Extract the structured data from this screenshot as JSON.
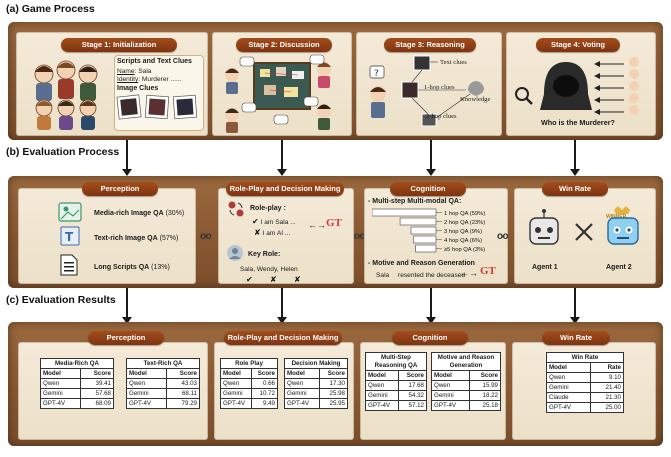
{
  "sections": {
    "game": "(a) Game Process",
    "eval": "(b) Evaluation Process",
    "results": "(c) Evaluation Results"
  },
  "game": {
    "stage1": {
      "title": "Stage 1: Initialization",
      "scripts_title": "Scripts and Text Clues",
      "name_label": "Name",
      "name_value": ": Sala",
      "identity_label": "Identity",
      "identity_value": ": Murderer ......",
      "image_clues": "Image Clues"
    },
    "stage2": {
      "title": "Stage 2: Discussion"
    },
    "stage3": {
      "title": "Stage 3: Reasoning",
      "text_clues": "Text clues",
      "hop1": "1-hop clues",
      "hop2": "2-hop clues",
      "knowledge": "Knowledge"
    },
    "stage4": {
      "title": "Stage 4: Voting",
      "question": "Who is the Murderer?"
    }
  },
  "eval": {
    "perception": {
      "title": "Perception",
      "items": [
        {
          "label": "Media-rich Image QA",
          "pct": " (30%)"
        },
        {
          "label": "Text-rich Image QA",
          "pct": " (57%)"
        },
        {
          "label": "Long Scripts QA",
          "pct": " (13%)"
        }
      ]
    },
    "roleplay": {
      "title": "Role-Play and Decision Making",
      "role_play": "Role-play :",
      "i_am_sala": "I am Sala ...",
      "i_am_ai": "I am   AI ...",
      "gt": "GT",
      "key_role": "Key Role:",
      "names": "Sala, Wendy, Helen",
      "marks": [
        "✔",
        "✘",
        "✘"
      ]
    },
    "cognition": {
      "title": "Cognition",
      "multi_step": "- Multi-step Multi-modal QA:",
      "hops": [
        {
          "label": "1 hop QA (59%)",
          "value": 59
        },
        {
          "label": "2 hop QA (23%)",
          "value": 23
        },
        {
          "label": "3 hop QA (9%)",
          "value": 9
        },
        {
          "label": "4 hop QA (6%)",
          "value": 6
        },
        {
          "label": "≥5 hop QA (3%)",
          "value": 3
        }
      ],
      "motive": "- Motive and Reason Generation",
      "sala": "Sala",
      "resented": "resented the deceased",
      "gt": "GT"
    },
    "winrate": {
      "title": "Win Rate",
      "winner": "WINNER",
      "agent1": "Agent  1",
      "agent2": "Agent  2"
    }
  },
  "results": {
    "perception": {
      "title": "Perception",
      "tables": [
        {
          "caption": "Media-Rich QA",
          "col_model": "Model",
          "col_score": "Score",
          "rows": [
            [
              "Qwen",
              "39.41"
            ],
            [
              "Gemini",
              "57.68"
            ],
            [
              "GPT-4V",
              "68.09"
            ]
          ]
        },
        {
          "caption": "Text-Rich QA",
          "col_model": "Model",
          "col_score": "Score",
          "rows": [
            [
              "Qwen",
              "43.03"
            ],
            [
              "Gemini",
              "68.11"
            ],
            [
              "GPT-4V",
              "79.29"
            ]
          ]
        }
      ]
    },
    "roleplay": {
      "title": "Role-Play and Decision Making",
      "tables": [
        {
          "caption": "Role Play",
          "col_model": "Model",
          "col_score": "Score",
          "rows": [
            [
              "Qwen",
              "0.66"
            ],
            [
              "Gemini",
              "10.72"
            ],
            [
              "GPT-4V",
              "9.49"
            ]
          ]
        },
        {
          "caption": "Decision Making",
          "col_model": "Model",
          "col_score": "Score",
          "rows": [
            [
              "Qwen",
              "17.30"
            ],
            [
              "Gemini",
              "25.98"
            ],
            [
              "GPT-4V",
              "25.95"
            ]
          ]
        }
      ]
    },
    "cognition": {
      "title": "Cognition",
      "tables": [
        {
          "caption1": "Multi-Step",
          "caption2": "Reasoning QA",
          "col_model": "Model",
          "col_score": "Score",
          "rows": [
            [
              "Qwen",
              "17.68"
            ],
            [
              "Gemini",
              "54.32"
            ],
            [
              "GPT-4V",
              "57.12"
            ]
          ]
        },
        {
          "caption1": "Motive and Reason",
          "caption2": "Generation",
          "col_model": "Model",
          "col_score": "Score",
          "rows": [
            [
              "Qwen",
              "15.99"
            ],
            [
              "Gemini",
              "18.22"
            ],
            [
              "GPT-4V",
              "25.18"
            ]
          ]
        }
      ]
    },
    "winrate": {
      "title": "Win Rate",
      "table": {
        "caption": "Win Rate",
        "col_model": "Model",
        "col_score": "Rate",
        "rows": [
          [
            "Qwen",
            "9.10"
          ],
          [
            "Gemini",
            "21.40"
          ],
          [
            "Claude",
            "21.30"
          ],
          [
            "GPT-4V",
            "25.00"
          ]
        ]
      }
    }
  },
  "colors": {
    "pill": "#8f3f15",
    "band": "#8a5a33",
    "panel": "#f0e5cf",
    "gt": "#d23a3a"
  }
}
